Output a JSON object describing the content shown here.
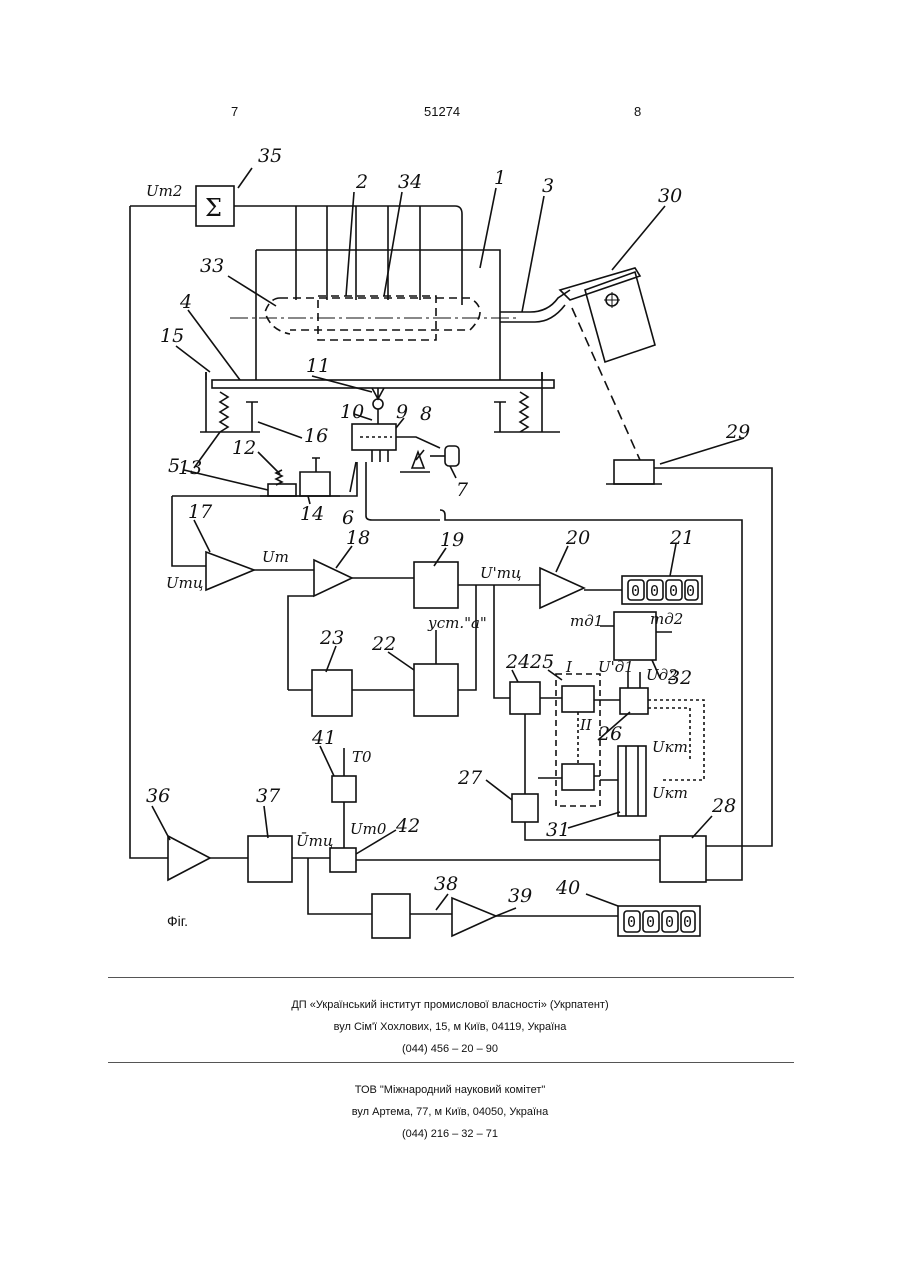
{
  "header": {
    "left_page": "7",
    "patent_number": "51274",
    "right_page": "8"
  },
  "figure": {
    "caption": "Фіг.",
    "labels": [
      "1",
      "2",
      "3",
      "4",
      "5",
      "6",
      "7",
      "8",
      "9",
      "10",
      "11",
      "12",
      "13",
      "14",
      "15",
      "16",
      "17",
      "18",
      "19",
      "20",
      "21",
      "22",
      "23",
      "24",
      "25",
      "26",
      "27",
      "28",
      "29",
      "30",
      "31",
      "32",
      "33",
      "34",
      "35",
      "36",
      "37",
      "38",
      "39",
      "40",
      "41",
      "42"
    ],
    "symbols": {
      "u_t2": "Uт2",
      "u_mc": "Uтц",
      "u_m": "Uт",
      "u_mc_prime": "U'тц",
      "ust_a": "уст.\"а\"",
      "md1": "mд1",
      "md2": "mд2",
      "u_d1": "U'д1",
      "u_d2": "Uд2",
      "roman_1": "I",
      "roman_2": "II",
      "u_kt1": "Uкт",
      "u_kt2": "Uкт",
      "t0": "T0",
      "u_t0": "Uт0",
      "u_tc": "Ūтц"
    },
    "summing_symbol": "Σ",
    "display_digits": [
      "0",
      "0",
      "0",
      "0"
    ]
  },
  "footer": {
    "org1_name": "ДП «Український інститут промислової власності» (Укрпатент)",
    "org1_address": "вул  Сім'ї Хохлових, 15, м  Київ, 04119, Україна",
    "org1_phone": "(044) 456 – 20 –  90",
    "org2_name": "ТОВ \"Міжнародний науковий комітет\"",
    "org2_address": "вул  Артема, 77, м  Київ, 04050, Україна",
    "org2_phone": "(044) 216 – 32 – 71"
  }
}
